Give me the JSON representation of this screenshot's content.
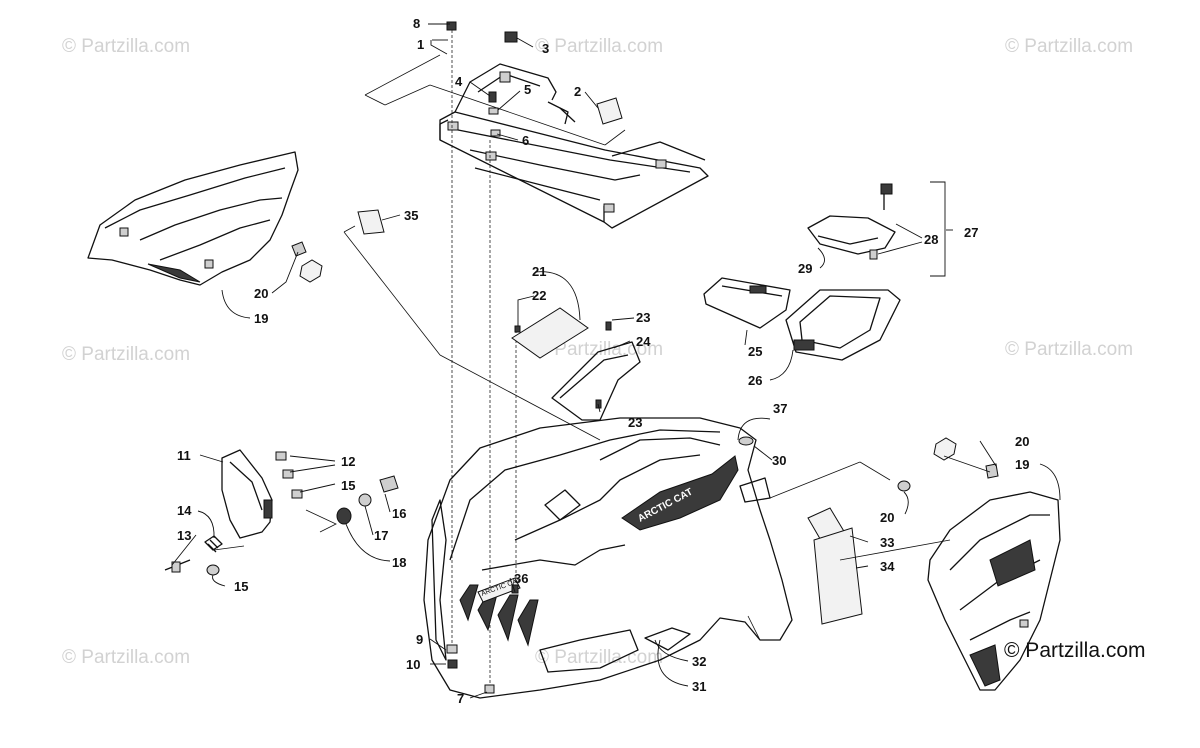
{
  "watermark": "© Partzilla.com",
  "copyright": "© Partzilla.com",
  "fender_logo": "ARCTIC CAT",
  "decal_text": "ARCTIC CAT",
  "callouts": {
    "c1": "1",
    "c2": "2",
    "c3": "3",
    "c4": "4",
    "c5": "5",
    "c6": "6",
    "c7": "7",
    "c8": "8",
    "c9": "9",
    "c10": "10",
    "c11": "11",
    "c12": "12",
    "c13": "13",
    "c14": "14",
    "c15a": "15",
    "c15b": "15",
    "c16": "16",
    "c17": "17",
    "c18": "18",
    "c19a": "19",
    "c19b": "19",
    "c20a": "20",
    "c20b": "20",
    "c20c": "20",
    "c21": "21",
    "c22": "22",
    "c23a": "23",
    "c23b": "23",
    "c24": "24",
    "c25": "25",
    "c26": "26",
    "c27": "27",
    "c28": "28",
    "c29": "29",
    "c30": "30",
    "c31": "31",
    "c32": "32",
    "c33": "33",
    "c34": "34",
    "c35": "35",
    "c36": "36",
    "c37": "37"
  }
}
